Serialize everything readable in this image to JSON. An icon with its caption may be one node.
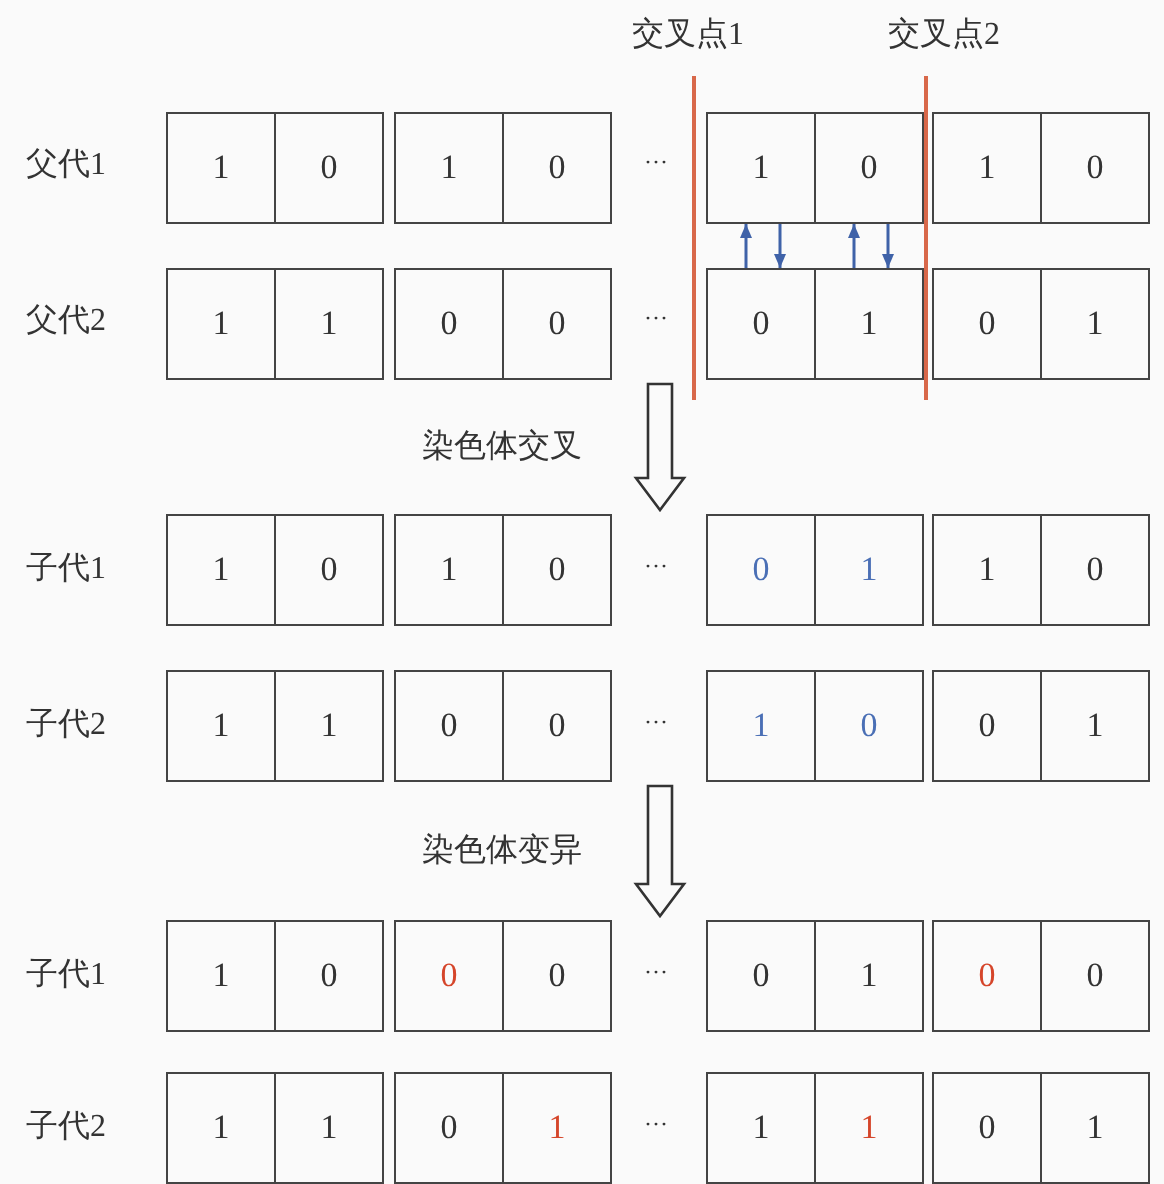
{
  "diagram": {
    "nodes": [
      {
        "text": [],
        "shape": "box"
      },
      {
        "text": [
          "1"
        ],
        "in": 0
      },
      {
        "text": [
          "0"
        ],
        "in": 0
      },
      {
        "text": [
          "1"
        ],
        "in": 0
      },
      {
        "text": [
          "0"
        ],
        "in": 0
      },
      {
        "text": [
          "1"
        ],
        "in": 0
      },
      {
        "text": [
          "0"
        ],
        "in": 0
      },
      {
        "text": [
          "1"
        ],
        "in": 0
      },
      {
        "text": [
          "0"
        ],
        "in": 0
      },
      {
        "text": [
          "1"
        ],
        "in": 0
      },
      {
        "text": [
          "1"
        ],
        "in": 0
      },
      {
        "text": [
          "0"
        ],
        "in": 0
      },
      {
        "text": [
          "0"
        ],
        "in": 0
      },
      {
        "text": [
          "0"
        ],
        "in": 0
      },
      {
        "text": [
          "1"
        ],
        "in": 0
      },
      {
        "text": [
          "0"
        ],
        "in": 0
      },
      {
        "text": [
          "1"
        ],
        "in": 0
      },
      {
        "text": [],
        "shape": "box"
      },
      {
        "text": [
          "1"
        ],
        "in": 17
      },
      {
        "text": [
          "0"
        ],
        "in": 17
      },
      {
        "text": [
          "1"
        ],
        "in": 17
      },
      {
        "text": [
          "0"
        ],
        "in": 17
      },
      {
        "text": [
          "0"
        ],
        "in": 17
      },
      {
        "text": [
          "1"
        ],
        "in": 17
      },
      {
        "text": [
          "1"
        ],
        "in": 17
      },
      {
        "text": [
          "0"
        ],
        "in": 17
      },
      {
        "text": [
          "1"
        ],
        "in": 17
      },
      {
        "text": [
          "1"
        ],
        "in": 17
      },
      {
        "text": [
          "0"
        ],
        "in": 17
      },
      {
        "text": [
          "0"
        ],
        "in": 17
      },
      {
        "text": [
          "1"
        ],
        "in": 17
      },
      {
        "text": [
          "0"
        ],
        "in": 17
      },
      {
        "text": [
          "0"
        ],
        "in": 17
      },
      {
        "text": [
          "1"
        ],
        "in": 17
      },
      {
        "text": [],
        "shape": "box"
      },
      {
        "text": [
          "1"
        ],
        "in": 34
      },
      {
        "text": [
          "0"
        ],
        "in": 34
      },
      {
        "text": [
          "0"
        ],
        "in": 34
      },
      {
        "text": [
          "0"
        ],
        "in": 34
      },
      {
        "text": [
          "0"
        ],
        "in": 34
      },
      {
        "text": [
          "1"
        ],
        "in": 34
      },
      {
        "text": [
          "0"
        ],
        "in": 34
      },
      {
        "text": [
          "0"
        ],
        "in": 34
      },
      {
        "text": [
          "1"
        ],
        "in": 34
      },
      {
        "text": [
          "1"
        ],
        "in": 34
      },
      {
        "text": [
          "0"
        ],
        "in": 34
      },
      {
        "text": [
          "1"
        ],
        "in": 34
      },
      {
        "text": [
          "1"
        ],
        "in": 34
      },
      {
        "text": [
          "1"
        ],
        "in": 34
      },
      {
        "text": [
          "0"
        ],
        "in": 34
      },
      {
        "text": [
          "1"
        ],
        "in": 34
      }
    ],
    "edges": [
      {
        "from": 13,
        "to": 5,
        "arrow": "to",
        "color": "#3f62a8"
      },
      {
        "from": 5,
        "to": 13,
        "arrow": "to",
        "color": "#3f62a8"
      },
      {
        "from": 14,
        "to": 6,
        "arrow": "to",
        "color": "#3f62a8"
      },
      {
        "from": 6,
        "to": 14,
        "arrow": "to",
        "color": "#3f62a8"
      },
      {
        "from": 0,
        "to": 17,
        "arrow": "to",
        "label": "染色体交叉"
      },
      {
        "from": 17,
        "to": 34,
        "arrow": "to",
        "label": "染色体变异"
      }
    ],
    "labels": [
      "交叉点1",
      "交叉点2",
      "父代1",
      "···",
      "父代2",
      "···",
      "子代1",
      "···",
      "子代2",
      "···",
      "子代1",
      "···",
      "子代2",
      "···"
    ]
  }
}
